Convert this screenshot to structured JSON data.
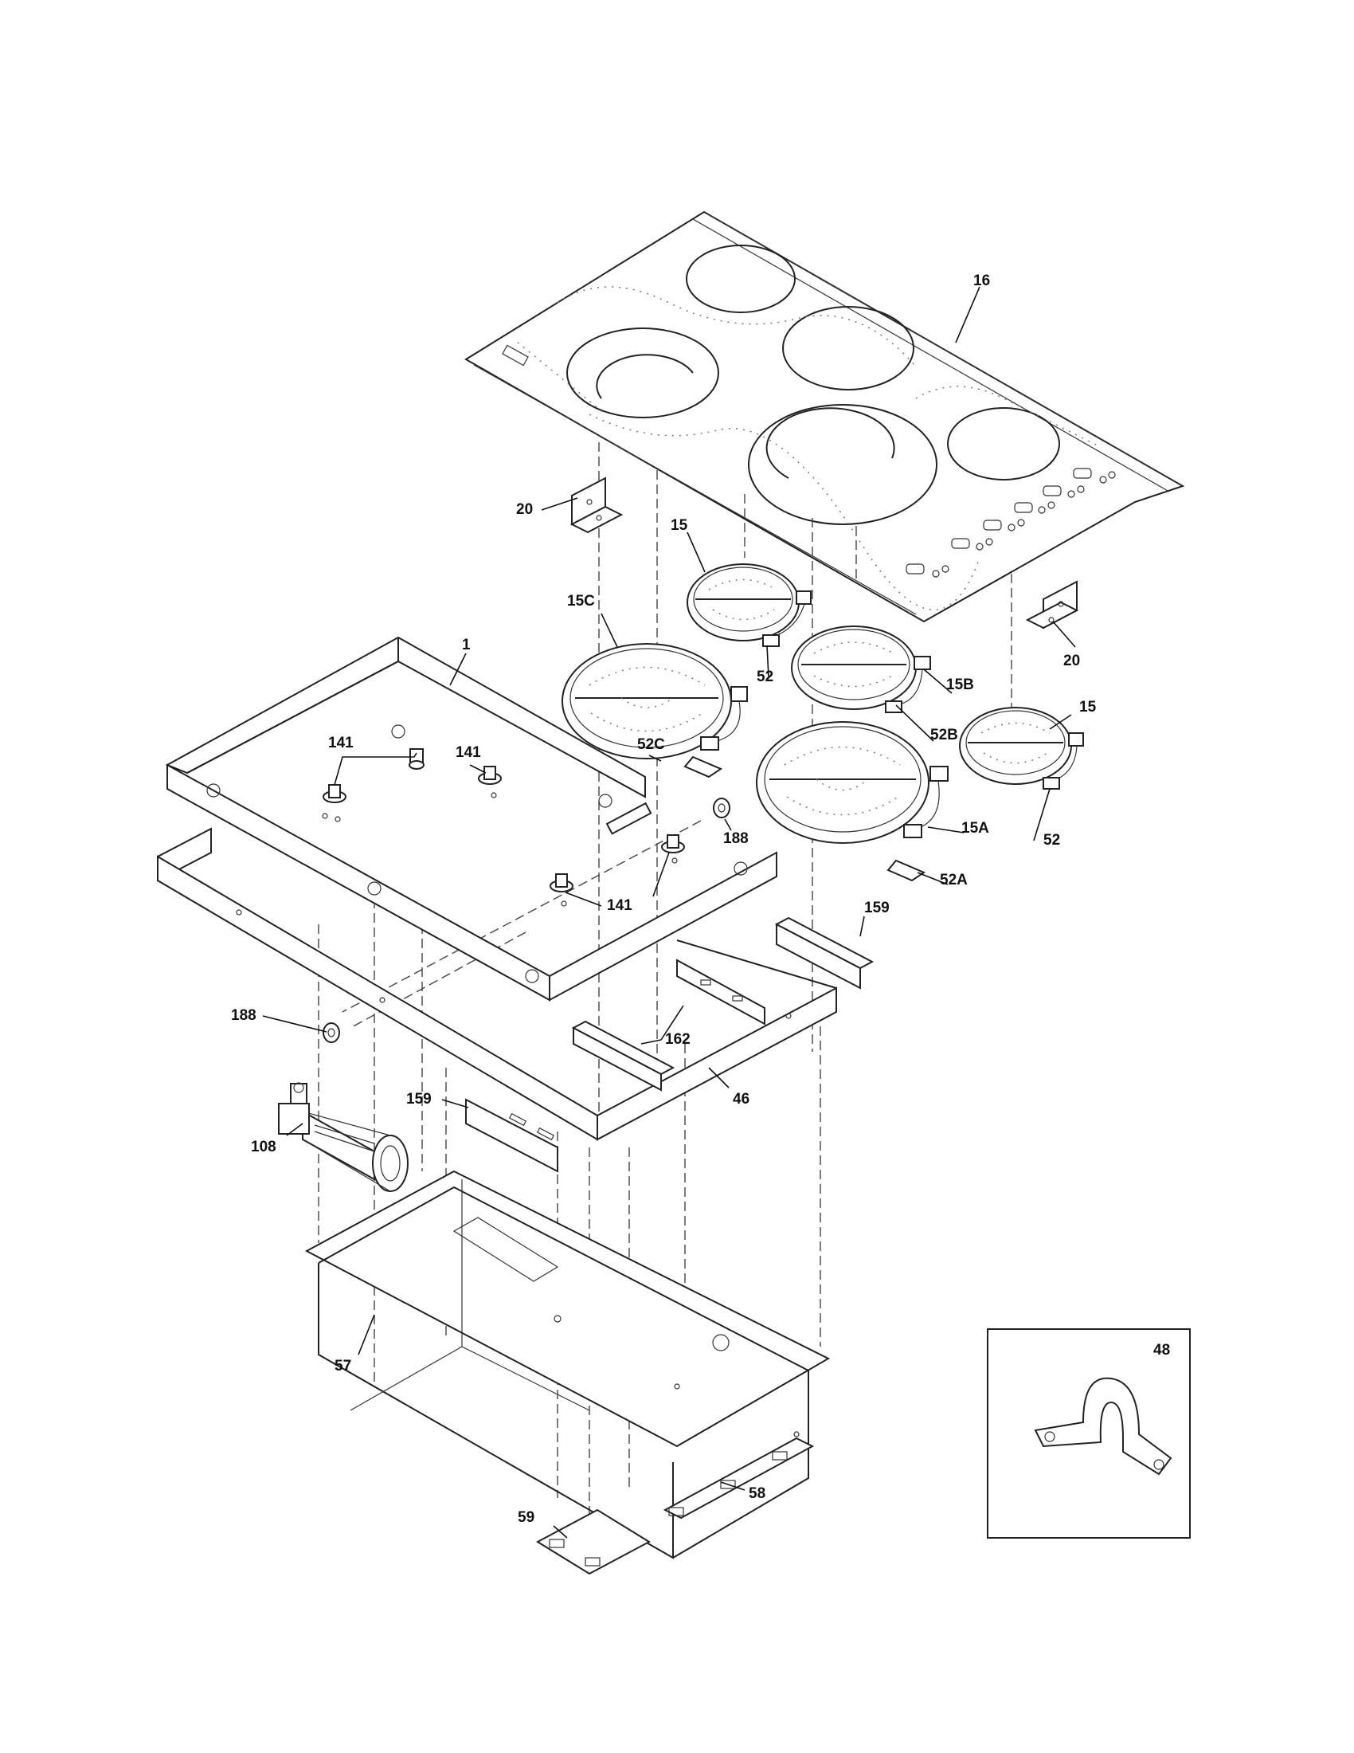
{
  "labels": {
    "glass_top": "16",
    "bracket_left": "20",
    "bracket_right": "20",
    "element_small_top": "15",
    "element_large_left": "15C",
    "element_med_right": "15B",
    "element_small_right": "15",
    "element_large_center": "15A",
    "terminal_15_top": "52",
    "terminal_15c": "52C",
    "terminal_15b": "52B",
    "terminal_15_right": "52",
    "terminal_15a": "52A",
    "top_frame": "1",
    "limiter_a": "141",
    "limiter_b": "141",
    "limiter_c": "141",
    "grommet_right": "188",
    "grommet_left": "188",
    "bracket_159_right": "159",
    "bracket_159_left": "159",
    "bracket_162": "162",
    "lower_frame": "46",
    "blower": "108",
    "box": "57",
    "cover_58": "58",
    "cover_59": "59",
    "inset_clamp": "48"
  }
}
